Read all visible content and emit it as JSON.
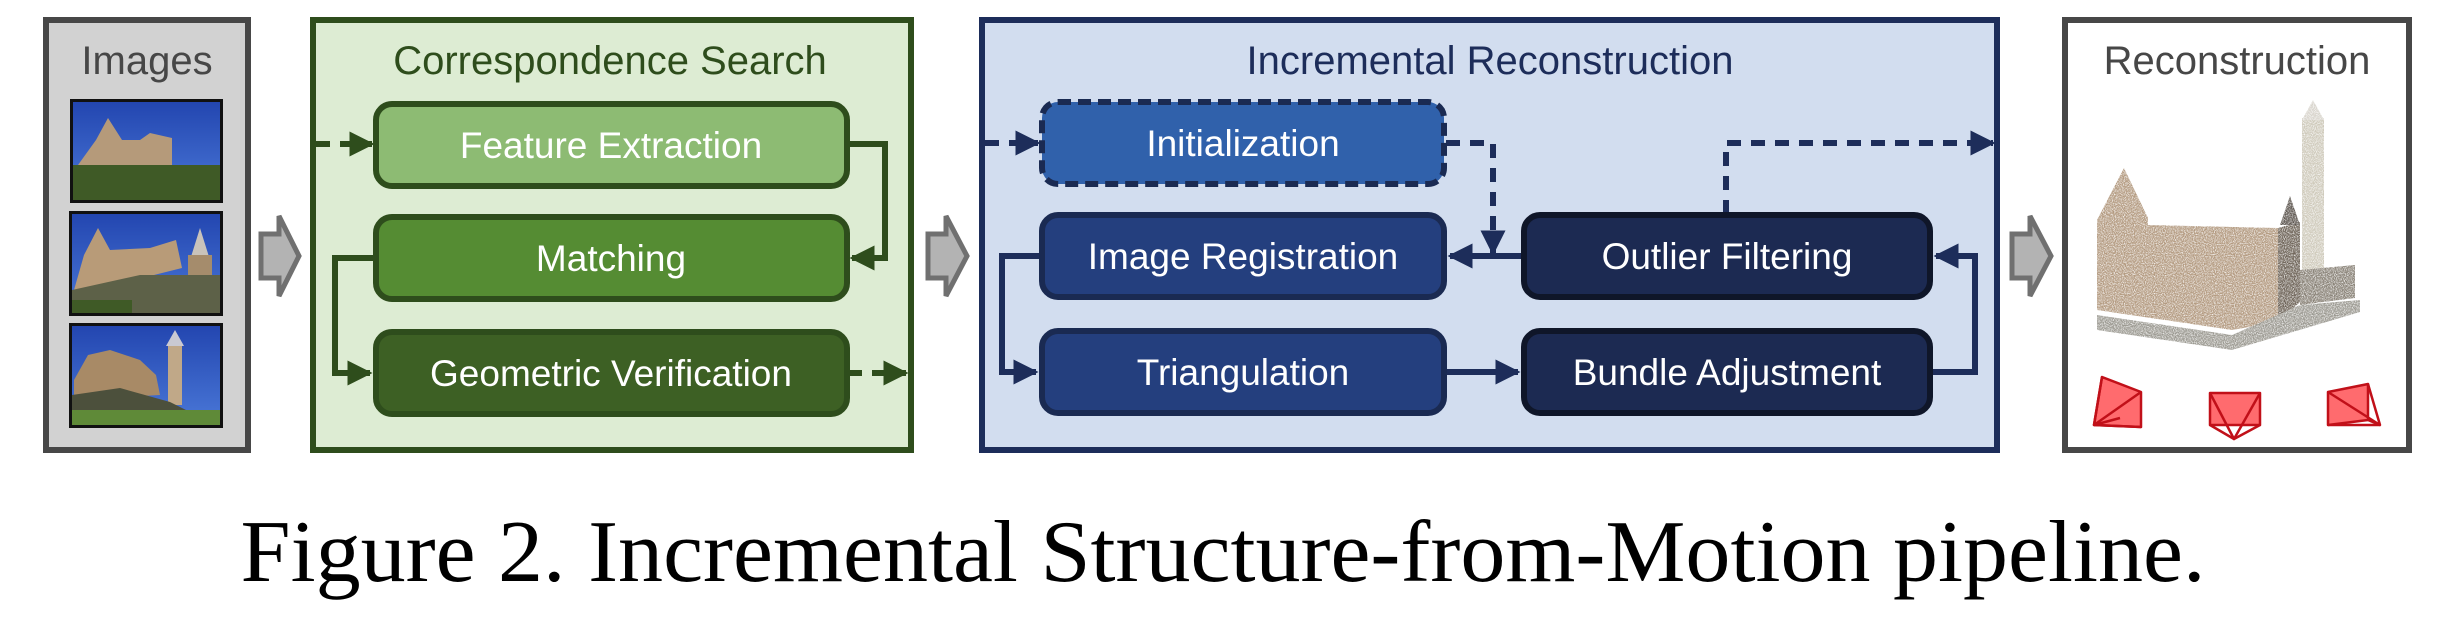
{
  "figure": {
    "caption": "Figure 2. Incremental Structure-from-Motion pipeline."
  },
  "colors": {
    "images_panel_bg": "#d2d2d2",
    "images_panel_border": "#474747",
    "images_title": "#474747",
    "correspondence_panel_bg": "#ddecd3",
    "correspondence_panel_border": "#2e4d1c",
    "correspondence_title": "#2e4d1c",
    "feature_extraction_fill": "#8dbb73",
    "matching_fill": "#558c33",
    "geometric_verification_fill": "#3d6024",
    "green_stroke": "#2e4d1c",
    "reconstruction_panel_bg": "#d2ddef",
    "reconstruction_panel_border": "#1d2d5a",
    "incremental_title": "#1d2d5a",
    "initialization_fill": "#3061ab",
    "image_registration_fill": "#243f7e",
    "triangulation_fill": "#243f7e",
    "outlier_filtering_fill": "#1c2a52",
    "bundle_adjustment_fill": "#1c2a52",
    "blue_stroke": "#1a2a52",
    "output_panel_border": "#474747",
    "chevron_fill": "#b3b3b3",
    "chevron_stroke": "#707070",
    "camera_fill": "#ff6b6e",
    "camera_stroke": "#c11019"
  },
  "panels": {
    "images": {
      "title": "Images",
      "thumbnails": [
        {
          "name": "building-view-1"
        },
        {
          "name": "building-view-2"
        },
        {
          "name": "building-view-3"
        }
      ]
    },
    "correspondence_search": {
      "title": "Correspondence Search",
      "steps": {
        "feature_extraction": "Feature Extraction",
        "matching": "Matching",
        "geometric_verification": "Geometric Verification"
      }
    },
    "incremental_reconstruction": {
      "title": "Incremental Reconstruction",
      "steps": {
        "initialization": "Initialization",
        "image_registration": "Image Registration",
        "outlier_filtering": "Outlier Filtering",
        "triangulation": "Triangulation",
        "bundle_adjustment": "Bundle Adjustment"
      }
    },
    "reconstruction": {
      "title": "Reconstruction",
      "content": "sparse-point-cloud-of-building",
      "cameras": 3
    }
  },
  "edges": [
    {
      "from": "input",
      "to": "feature_extraction",
      "style": "dashed"
    },
    {
      "from": "feature_extraction",
      "to": "matching",
      "style": "solid"
    },
    {
      "from": "matching",
      "to": "geometric_verification",
      "style": "solid"
    },
    {
      "from": "geometric_verification",
      "to": "output",
      "style": "dashed"
    },
    {
      "from": "input",
      "to": "initialization",
      "style": "dashed"
    },
    {
      "from": "initialization",
      "to": "image_registration",
      "style": "dashed"
    },
    {
      "from": "image_registration",
      "to": "triangulation",
      "style": "solid"
    },
    {
      "from": "triangulation",
      "to": "bundle_adjustment",
      "style": "solid"
    },
    {
      "from": "bundle_adjustment",
      "to": "outlier_filtering",
      "style": "solid"
    },
    {
      "from": "outlier_filtering",
      "to": "image_registration",
      "style": "solid"
    },
    {
      "from": "outlier_filtering",
      "to": "output",
      "style": "dashed"
    }
  ]
}
